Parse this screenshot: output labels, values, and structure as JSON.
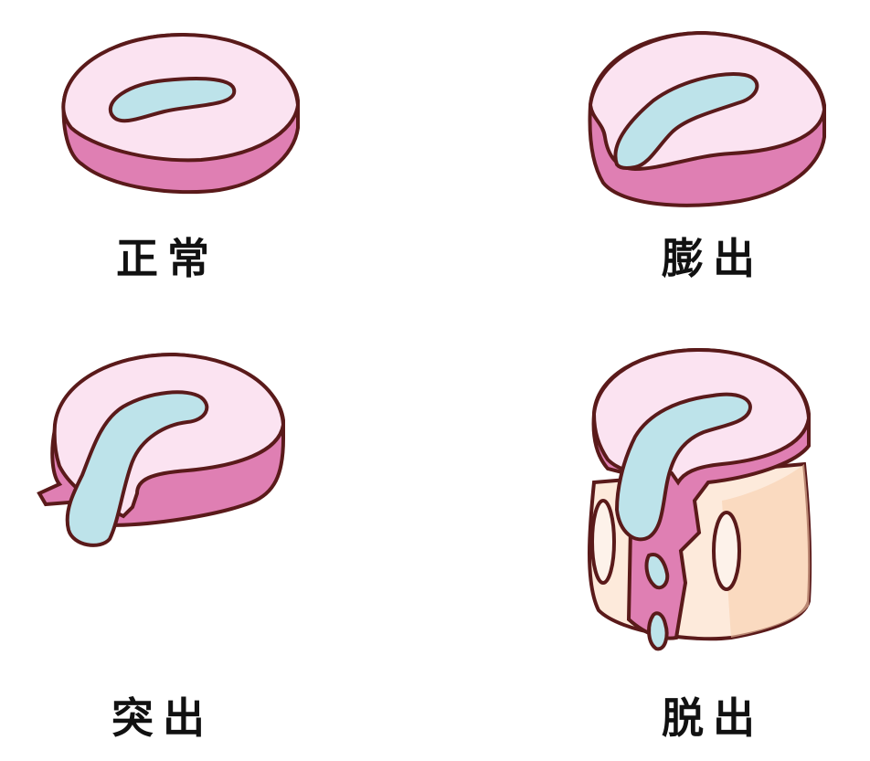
{
  "diagram": {
    "title": "",
    "panels": [
      {
        "id": "normal",
        "label": "正常",
        "position": "top-left"
      },
      {
        "id": "bulging",
        "label": "膨出",
        "position": "top-right"
      },
      {
        "id": "protrusion",
        "label": "突出",
        "position": "bottom-left"
      },
      {
        "id": "extrusion",
        "label": "脱出",
        "position": "bottom-right"
      }
    ],
    "colors": {
      "top_face": "#fbe3f1",
      "side": "#df7fb3",
      "nucleus": "#bde3ea",
      "outline": "#5a1a1a",
      "vertebra_light": "#fdeadb",
      "vertebra_dark": "#f8cfae",
      "background": "#ffffff"
    }
  }
}
